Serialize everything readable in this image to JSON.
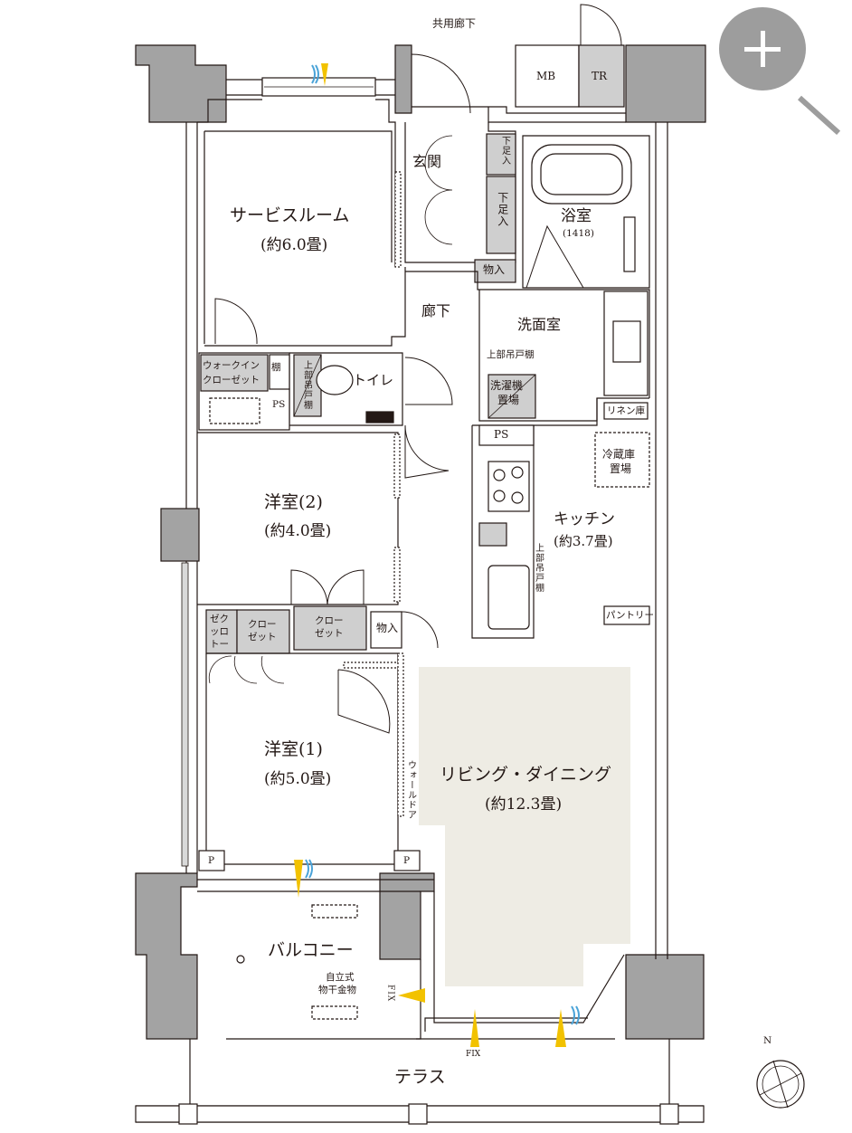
{
  "rooms": {
    "service_room": {
      "name": "サービスルーム",
      "area": "(約6.0畳)"
    },
    "western_2": {
      "name": "洋室(2)",
      "area": "(約4.0畳)"
    },
    "western_1": {
      "name": "洋室(1)",
      "area": "(約5.0畳)"
    },
    "ld": {
      "name": "リビング・ダイニング",
      "area": "(約12.3畳)"
    },
    "kitchen": {
      "name": "キッチン",
      "area": "(約3.7畳)"
    },
    "bath": {
      "name": "浴室",
      "spec": "(1418)"
    },
    "washroom": {
      "name": "洗面室"
    },
    "toilet": {
      "name": "トイレ"
    },
    "entrance": {
      "name": "玄関"
    },
    "hallway": {
      "name": "廊下"
    },
    "balcony": {
      "name": "バルコニー"
    },
    "terrace": {
      "name": "テラス"
    },
    "common_corridor": {
      "name": "共用廊下"
    }
  },
  "labels": {
    "mb": "MB",
    "tr": "TR",
    "shoe_cabinet_1": "下足入",
    "shoe_cabinet_2": "下足入",
    "storage_entry": "物入",
    "storage_west2": "物入",
    "walk_in_closet": "ウォークイン",
    "walk_in_closet_2": "クローゼット",
    "shelf": "棚",
    "upper_cabinet_toilet": "上部吊戸棚",
    "ps1": "PS",
    "ps2": "PS",
    "upper_cabinet_wash": "上部吊戸棚",
    "washer_1": "洗濯機",
    "washer_2": "置場",
    "linen": "リネン庫",
    "fridge_1": "冷蔵庫",
    "fridge_2": "置場",
    "upper_cabinet_kitchen": "上部吊戸棚",
    "pantry": "パントリー",
    "zeck_1": "ゼク",
    "zeck_2": "ッロ",
    "zeck_3": "トー",
    "closet_a_1": "クロー",
    "closet_a_2": "ゼット",
    "closet_b_1": "クロー",
    "closet_b_2": "ゼット",
    "wall_door": "ウォールドア",
    "p_left": "P",
    "p_right": "P",
    "drying_1": "自立式",
    "drying_2": "物干金物",
    "fix_right": "FIX",
    "fix_bottom": "FIX",
    "compass_n": "N"
  },
  "colors": {
    "wall": "#9e9e9e",
    "wall_stroke": "#3a3a3a",
    "ld_floor": "#eeece4",
    "fixture": "#cfcfcf",
    "vent_yellow": "#f2c200",
    "vent_blue": "#4aa3d8",
    "zoom_button": "#9d9d9d"
  },
  "controls": {
    "zoom": "zoom-in-icon"
  }
}
